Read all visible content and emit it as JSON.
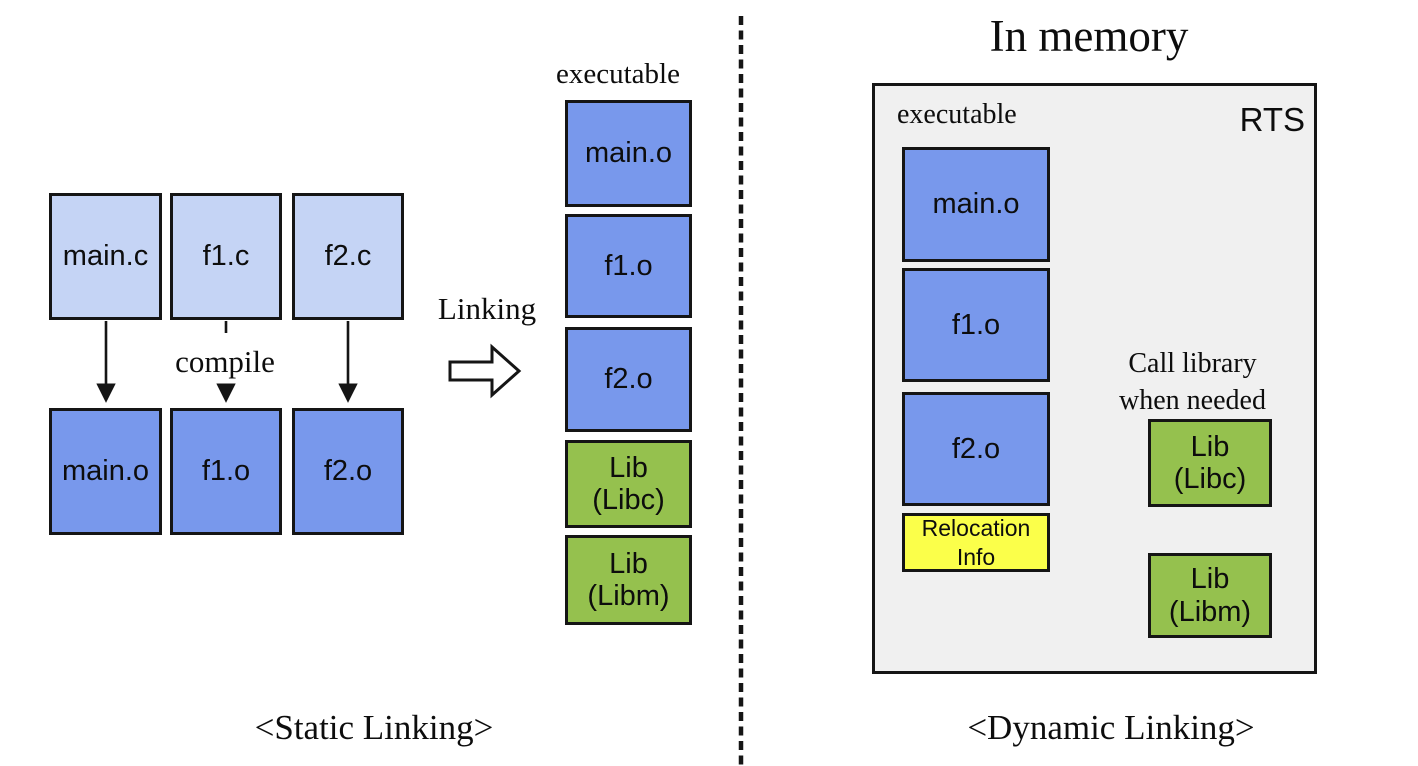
{
  "diagram": {
    "static": {
      "caption": "<Static Linking>",
      "compile_label": "compile",
      "linking_label": "Linking",
      "source_files": [
        "main.c",
        "f1.c",
        "f2.c"
      ],
      "object_files": [
        "main.o",
        "f1.o",
        "f2.o"
      ],
      "executable_label": "executable",
      "executable_segments": [
        "main.o",
        "f1.o",
        "f2.o",
        "Lib\n(Libc)",
        "Lib\n(Libm)"
      ]
    },
    "dynamic": {
      "title": "In memory",
      "caption": "<Dynamic Linking>",
      "memory_label": "RTS",
      "executable_label": "executable",
      "loaded_modules": [
        "main.o",
        "f1.o",
        "f2.o"
      ],
      "relocation_label": "Relocation\nInfo",
      "call_note": "Call library\nwhen needed",
      "libraries": [
        "Lib\n(Libc)",
        "Lib\n(Libm)"
      ]
    },
    "colors": {
      "source_box": "#c5d4f5",
      "object_box": "#7898ec",
      "library_box": "#95c14e",
      "relocation_box": "#fbff4a",
      "memory_bg": "#f0f0f0",
      "outline": "#151515"
    }
  }
}
